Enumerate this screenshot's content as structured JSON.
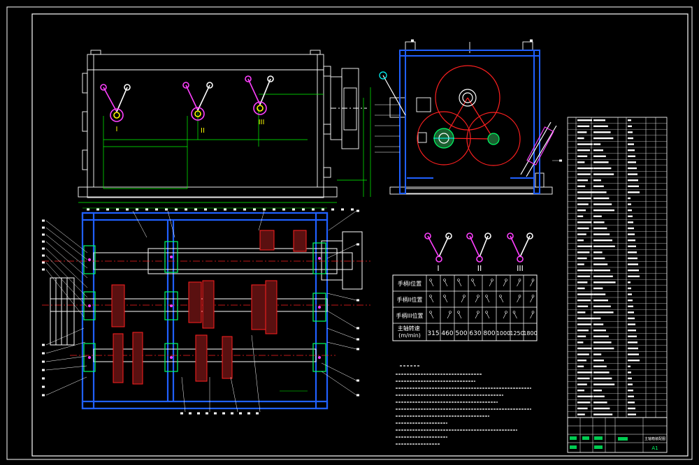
{
  "colors": {
    "background": "#000000",
    "frame": "#ffffff",
    "outline": "#ffffff",
    "dimension": "#00ff00",
    "section_blue": "#2060ff",
    "gear_red": "#ff2020",
    "handle_magenta": "#ff40ff",
    "bearing_green": "#00ff66",
    "cyan": "#00ffff",
    "yellow": "#ffff00"
  },
  "front_view": {
    "lever_labels": [
      "I",
      "II",
      "III"
    ]
  },
  "lever_legend": {
    "labels": [
      "I",
      "II",
      "III"
    ]
  },
  "shift_table": {
    "row_headers": [
      "手柄I位置",
      "手柄II位置",
      "手柄III位置",
      "主轴转速\n(m/min)"
    ],
    "speeds": [
      "315",
      "460",
      "500",
      "630",
      "800",
      "1000",
      "1250",
      "1800"
    ]
  },
  "title_block": {
    "drawing_name": "主轴箱装配图",
    "sheet_code": "A1"
  }
}
